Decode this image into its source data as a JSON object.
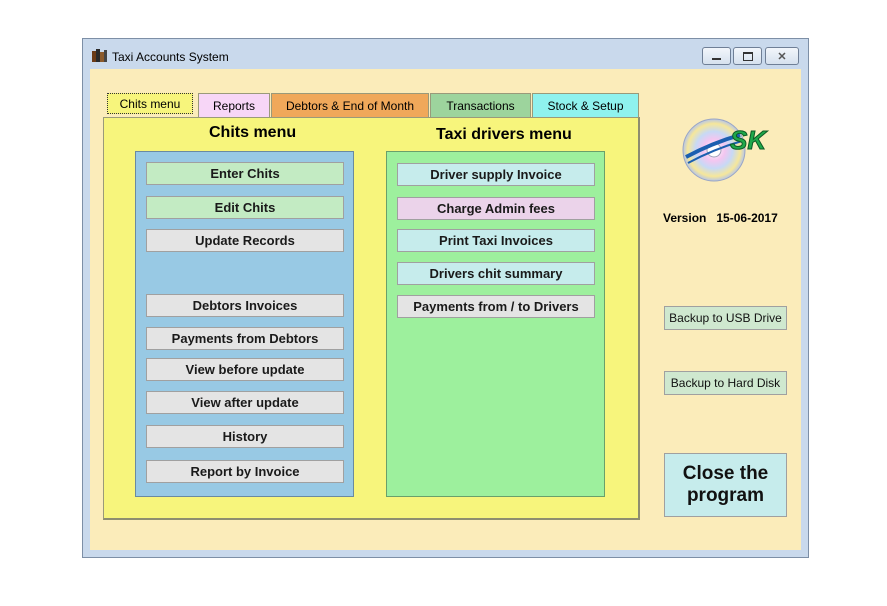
{
  "window": {
    "title": "Taxi Accounts System"
  },
  "tabs": [
    {
      "label": "Chits menu"
    },
    {
      "label": "Reports"
    },
    {
      "label": "Debtors & End of Month"
    },
    {
      "label": "Transactions"
    },
    {
      "label": "Stock & Setup"
    }
  ],
  "chits_menu": {
    "heading": "Chits menu",
    "buttons": [
      "Enter Chits",
      "Edit Chits",
      "Update Records",
      "Debtors Invoices",
      "Payments from Debtors",
      "View before update",
      "View after update",
      "History",
      "Report by Invoice"
    ]
  },
  "taxi_menu": {
    "heading": "Taxi drivers menu",
    "buttons": [
      "Driver supply Invoice",
      "Charge Admin fees",
      "Print Taxi Invoices",
      "Drivers chit summary",
      "Payments from / to Drivers"
    ]
  },
  "logo": {
    "text": "SK",
    "icon": "cd-disc-logo-icon"
  },
  "version": {
    "label": "Version",
    "value": "15-06-2017"
  },
  "side": {
    "backup_usb": "Backup to USB Drive",
    "backup_hd": "Backup to Hard Disk",
    "close_line1": "Close the",
    "close_line2": "program"
  },
  "colors": {
    "client_bg": "#fbecba",
    "panel_yellow": "#f7f57c",
    "box_blue": "#98c9e4",
    "box_green": "#9df09d"
  }
}
